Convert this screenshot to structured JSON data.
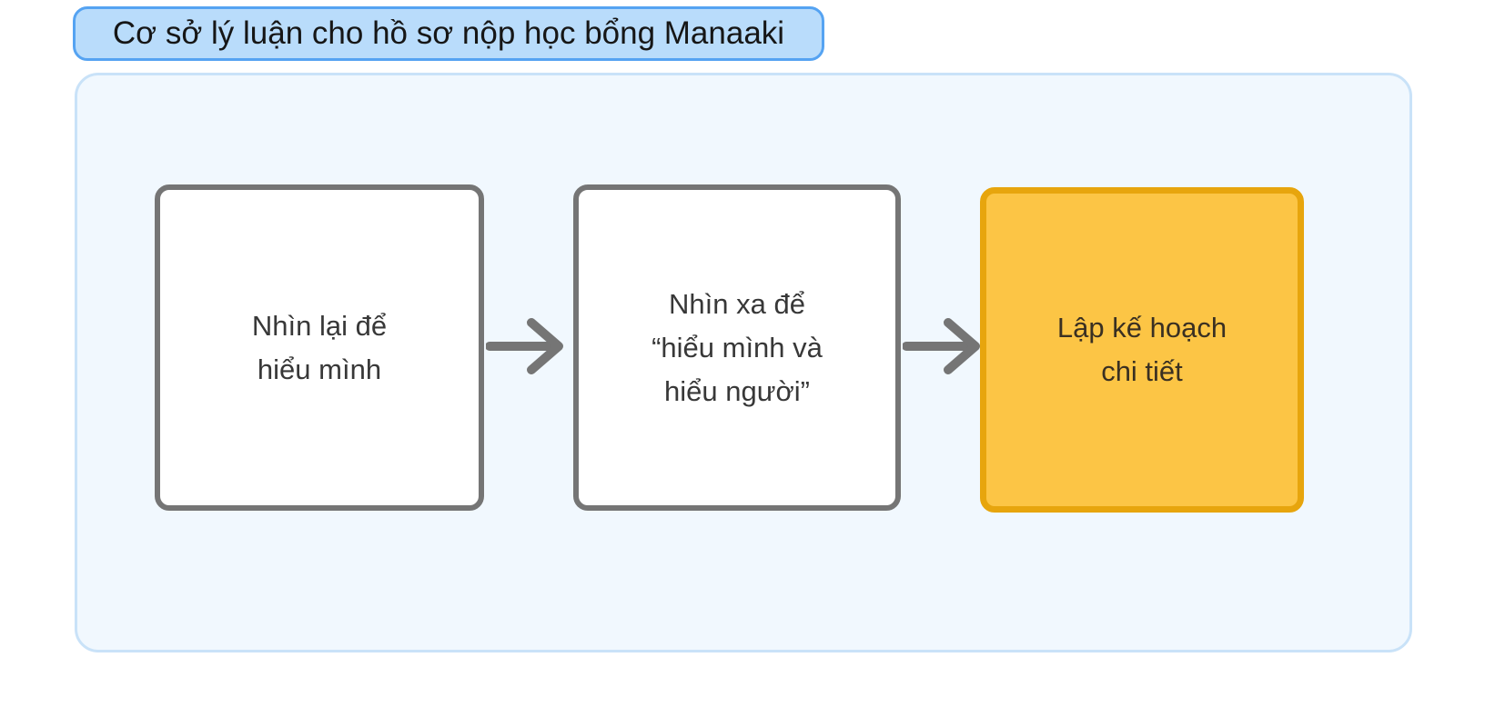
{
  "page": {
    "background_color": "#ffffff"
  },
  "title_badge": {
    "label": "Cơ sở lý luận cho hồ sơ nộp học bổng Manaaki",
    "fill_color": "#b9dcfb",
    "border_color": "#55a3f2",
    "text_color": "#161616"
  },
  "container": {
    "fill_color": "#f1f8fe",
    "border_color": "#c9e2f8"
  },
  "diagram": {
    "type": "flowchart",
    "direction": "left-to-right",
    "nodes": [
      {
        "id": "step-1",
        "lines": [
          "Nhìn lại để",
          "hiểu mình"
        ],
        "fill_color": "#ffffff",
        "border_color": "#757575",
        "highlighted": false
      },
      {
        "id": "step-2",
        "lines": [
          "Nhìn xa để",
          "“hiểu mình và",
          "hiểu người”"
        ],
        "fill_color": "#ffffff",
        "border_color": "#757575",
        "highlighted": false
      },
      {
        "id": "step-3",
        "lines": [
          "Lập kế hoạch",
          "chi tiết"
        ],
        "fill_color": "#fcc545",
        "border_color": "#e7a50d",
        "highlighted": true
      }
    ],
    "connectors": [
      {
        "from": "step-1",
        "to": "step-2",
        "shape": "arrow-right",
        "color": "#757575"
      },
      {
        "from": "step-2",
        "to": "step-3",
        "shape": "arrow-right",
        "color": "#757575"
      }
    ]
  }
}
